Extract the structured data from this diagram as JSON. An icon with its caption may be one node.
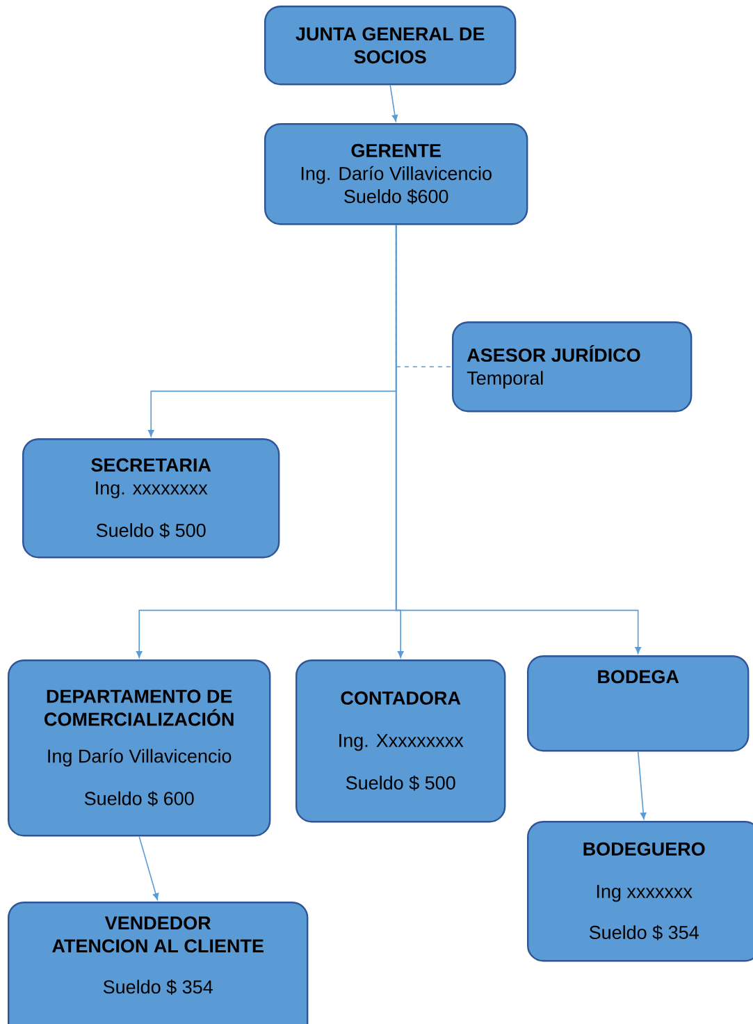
{
  "diagram": {
    "nodes": [
      {
        "text": [
          "JUNTA GENERAL DE SOCIOS"
        ]
      },
      {
        "text": [
          "GERENTE",
          "Ing. Darío Villavicencio",
          "Sueldo $600"
        ]
      },
      {
        "text": [
          "ASESOR JURÍDICO",
          "Temporal"
        ]
      },
      {
        "text": [
          "SECRETARIA",
          "Ing. xxxxxxxx",
          "Sueldo $ 500"
        ]
      },
      {
        "text": [
          "DEPARTAMENTO DE COMERCIALIZACIÓN",
          "Ing Darío Villavicencio",
          "Sueldo $ 600"
        ]
      },
      {
        "text": [
          "CONTADORA",
          "Ing. Xxxxxxxxx",
          "Sueldo $ 500"
        ]
      },
      {
        "text": [
          "BODEGA"
        ]
      },
      {
        "text": [
          "VENDEDOR",
          "ATENCION AL CLIENTE",
          "Sueldo $ 354"
        ]
      },
      {
        "text": [
          "BODEGUERO",
          "Ing xxxxxxx",
          "Sueldo $ 354"
        ]
      }
    ],
    "edges": [
      {
        "from": 0,
        "to": 1,
        "arrow": "to"
      },
      {
        "from": 1,
        "to": 2,
        "arrow": "none",
        "style": "dashed"
      },
      {
        "from": 1,
        "to": 3,
        "arrow": "to"
      },
      {
        "from": 1,
        "to": 4,
        "arrow": "to"
      },
      {
        "from": 1,
        "to": 5,
        "arrow": "to"
      },
      {
        "from": 1,
        "to": 6,
        "arrow": "to"
      },
      {
        "from": 4,
        "to": 7,
        "arrow": "to"
      },
      {
        "from": 6,
        "to": 8,
        "arrow": "to"
      }
    ]
  }
}
